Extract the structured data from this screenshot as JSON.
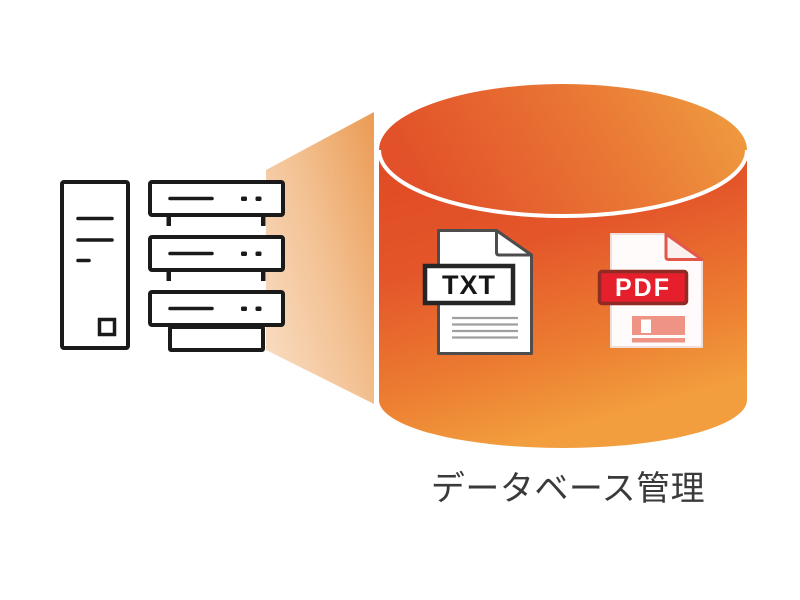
{
  "illustration": {
    "caption": "データベース管理",
    "txt_file": {
      "label": "TXT"
    },
    "pdf_file": {
      "label": "PDF"
    }
  },
  "icons": {
    "tower": "desktop-tower-server-icon",
    "server_stack": "server-rack-stack-icon",
    "beam": "data-flow-funnel",
    "database": "database-cylinder-icon",
    "txt": "txt-file-icon",
    "pdf": "pdf-file-icon"
  },
  "colors": {
    "background": "#ffffff",
    "cylinder_top_left": "#e25129",
    "cylinder_top_right": "#efa041",
    "cylinder_body_dark": "#df4a24",
    "cylinder_body_light": "#f29e3e",
    "cylinder_rim_highlight": "#ffffff",
    "beam_near": "#eb9b54",
    "beam_far": "#f8d9bc",
    "pdf_red": "#e5202c",
    "pdf_border_dark": "#8f2b24",
    "pdf_pink": "#ef9384",
    "txt_line_gray": "#9f9f9f",
    "outline_black": "#1a1a1a",
    "caption_text": "#3a3a3a"
  }
}
